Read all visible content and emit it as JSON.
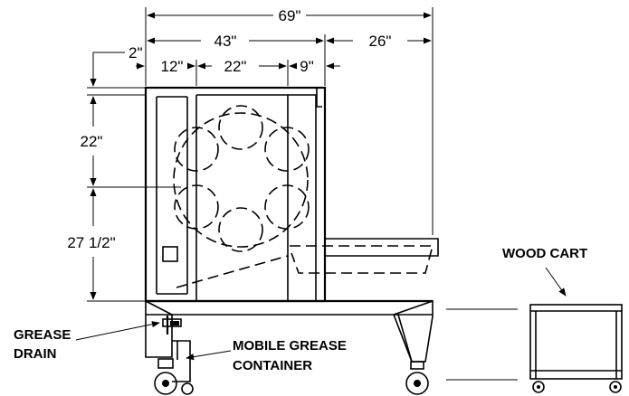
{
  "dimensions": {
    "overall_width": "69\"",
    "main_width": "43\"",
    "extension_width": "26\"",
    "offset_top": "2\"",
    "left_section": "12\"",
    "center_section": "22\"",
    "right_section": "9\"",
    "upper_height": "22\"",
    "lower_height": "27 1/2\""
  },
  "labels": {
    "wood_cart": "WOOD CART",
    "grease_drain_line1": "GREASE",
    "grease_drain_line2": "DRAIN",
    "container_line1": "MOBILE GREASE",
    "container_line2": "CONTAINER"
  }
}
